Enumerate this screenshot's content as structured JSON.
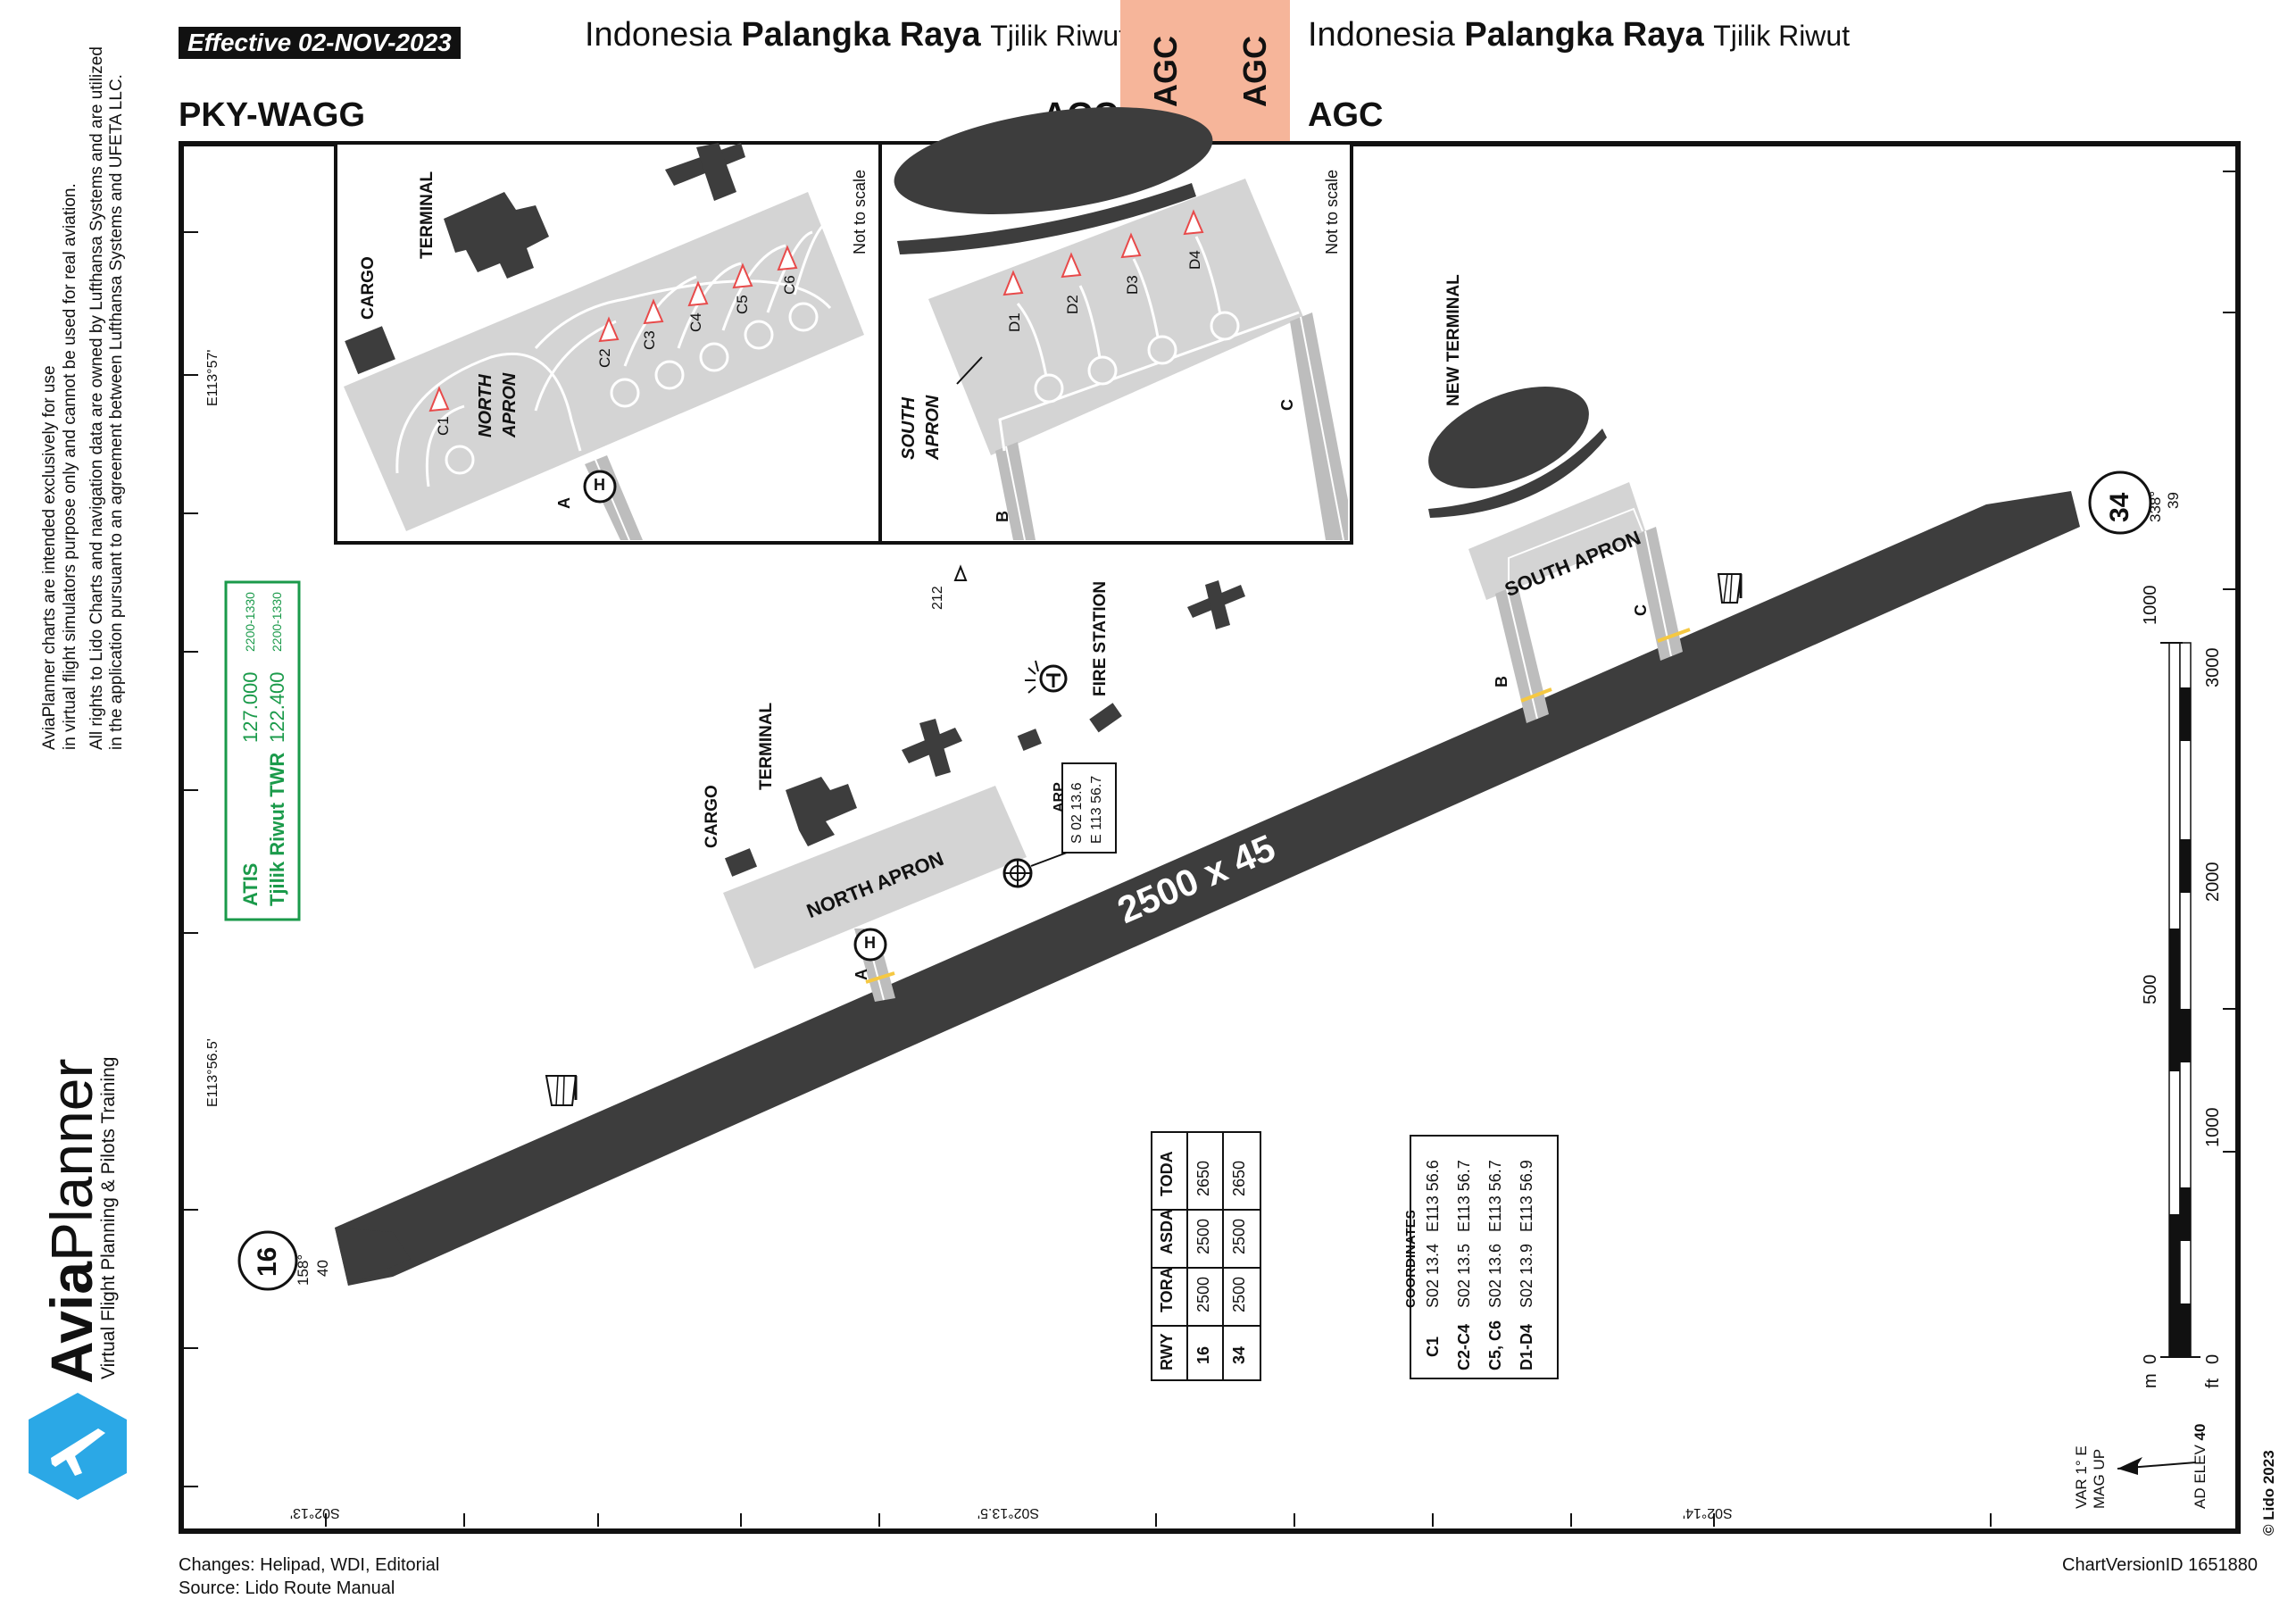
{
  "header": {
    "effective": "Effective  02-NOV-2023",
    "country": "Indonesia",
    "city": "Palangka Raya",
    "airport": "Tjilik Riwut",
    "icao_code": "PKY-WAGG",
    "chart_code": "AGC",
    "chart_code_right": "AGC",
    "tab_code_1": "AGC",
    "tab_code_2": "AGC"
  },
  "colors": {
    "tab": "#f6b59a",
    "runway": "#3d3d3d",
    "apron": "#d4d4d4",
    "building": "#3d3d3d",
    "freq": "#1a9a4a",
    "taxi_line": "#f5c842"
  },
  "side_text": {
    "disclaimer_1": "AviaPlanner charts are intended exclusively for use",
    "disclaimer_2": "in virtual flight simulators  purpose only and cannot be used for real aviation.",
    "disclaimer_3": "All rights to Lido Charts and navigation data are owned by Lufthansa Systems and are utilized",
    "disclaimer_4": "in the application pursuant to an agreement between Lufthansa Systems and UFETA LLC.",
    "brand_bold": "Avia",
    "brand_light": "Planner",
    "brand_tagline": "Virtual Flight Planning & Pilots Training",
    "brand_icon": "airplane-icon"
  },
  "frequencies": {
    "rows": [
      {
        "name": "ATIS",
        "freq": "127.000",
        "hours": "2200-1330"
      },
      {
        "name": "Tjilik Riwut TWR",
        "freq": "122.400",
        "hours": "2200-1330"
      }
    ]
  },
  "graticule": {
    "left_top": "E113°57'",
    "left_bottom": "E113°56.5'",
    "bottom_1": "S02°13'",
    "bottom_2": "S02°13.5'",
    "bottom_3": "S02°14'"
  },
  "runway": {
    "dimensions": "2500 x 45",
    "end_16": {
      "id": "16",
      "bearing": "158°",
      "elev": "40"
    },
    "end_34": {
      "id": "34",
      "bearing": "338°",
      "elev": "39"
    }
  },
  "labels": {
    "terminal": "TERMINAL",
    "cargo": "CARGO",
    "north_apron": "NORTH APRON",
    "south_apron": "SOUTH APRON",
    "new_terminal": "NEW TERMINAL",
    "fire_station": "FIRE STATION",
    "taxi_a": "A",
    "taxi_b": "B",
    "taxi_c": "C",
    "helipad": "H",
    "obstacle_212": "212",
    "not_to_scale": "Not to scale",
    "north_apron_line1": "NORTH",
    "north_apron_line2": "APRON",
    "south_apron_line1": "SOUTH",
    "south_apron_line2": "APRON"
  },
  "stands_north": [
    "C1",
    "C2",
    "C3",
    "C4",
    "C5",
    "C6"
  ],
  "stands_south": [
    "D1",
    "D2",
    "D3",
    "D4"
  ],
  "arp": {
    "label": "ARP",
    "lat": "S 02 13.6",
    "lon": "E 113 56.7"
  },
  "runway_table": {
    "headers": [
      "RWY",
      "TORA",
      "ASDA",
      "TODA"
    ],
    "rows": [
      [
        "16",
        "2500",
        "2500",
        "2650"
      ],
      [
        "34",
        "2500",
        "2500",
        "2650"
      ]
    ]
  },
  "coordinates_table": {
    "title": "COORDINATES",
    "rows": [
      [
        "C1",
        "S02 13.4",
        "E113 56.6"
      ],
      [
        "C2-C4",
        "S02 13.5",
        "E113 56.7"
      ],
      [
        "C5, C6",
        "S02 13.6",
        "E113 56.7"
      ],
      [
        "D1-D4",
        "S02 13.9",
        "E113 56.9"
      ]
    ]
  },
  "scale": {
    "m_unit": "m",
    "ft_unit": "ft",
    "m_labels": [
      "0",
      "500",
      "1000"
    ],
    "ft_labels": [
      "0",
      "1000",
      "2000",
      "3000"
    ]
  },
  "magnetic": {
    "var": "VAR 1° E",
    "mag_up": "MAG UP",
    "ad_elev_label": "AD ELEV",
    "ad_elev_value": "40"
  },
  "footer": {
    "changes": "Changes: Helipad, WDI, Editorial",
    "source": "Source: Lido Route Manual",
    "version": "ChartVersionID  1651880",
    "copyright": "© Lido 2023"
  }
}
